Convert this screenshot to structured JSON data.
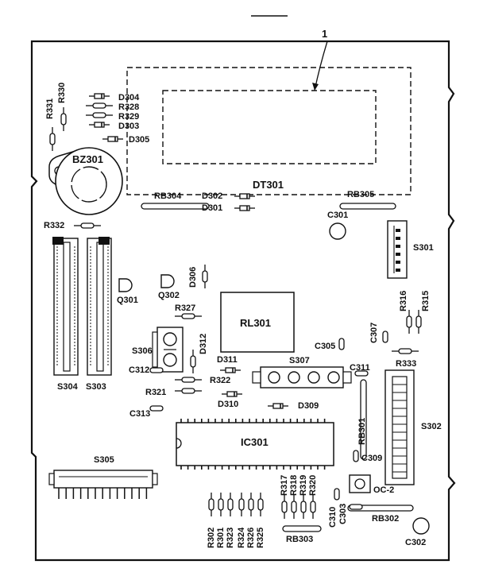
{
  "callout": "1",
  "display": {
    "name": "DT301"
  },
  "buzzer": "BZ301",
  "relay": "RL301",
  "ic": "IC301",
  "optocoupler": "OC-2",
  "resistor_networks": {
    "rb301": "RB301",
    "rb302": "RB302",
    "rb303": "RB303",
    "rb304": "RB304",
    "rb305": "RB305"
  },
  "switches": {
    "s301": "S301",
    "s302": "S302",
    "s303": "S303",
    "s304": "S304",
    "s305": "S305",
    "s306": "S306",
    "s307": "S307"
  },
  "transistors": {
    "q301": "Q301",
    "q302": "Q302"
  },
  "diodes": {
    "d301": "D301",
    "d302": "D302",
    "d303": "D303",
    "d304": "D304",
    "d305": "D305",
    "d306": "D306",
    "d309": "D309",
    "d310": "D310",
    "d311": "D311",
    "d312": "D312"
  },
  "resistors": {
    "r301": "R301",
    "r302": "R302",
    "r315": "R315",
    "r316": "R316",
    "r317": "R317",
    "r318": "R318",
    "r319": "R319",
    "r320": "R320",
    "r321": "R321",
    "r322": "R322",
    "r323": "R323",
    "r324": "R324",
    "r325": "R325",
    "r326": "R326",
    "r327": "R327",
    "r328": "R328",
    "r329": "R329",
    "r330": "R330",
    "r331": "R331",
    "r332": "R332",
    "r333": "R333"
  },
  "capacitors": {
    "c301": "C301",
    "c302": "C302",
    "c303": "C303",
    "c305": "C305",
    "c307": "C307",
    "c309": "C309",
    "c310": "C310",
    "c311": "C311",
    "c312": "C312",
    "c313": "C313"
  }
}
